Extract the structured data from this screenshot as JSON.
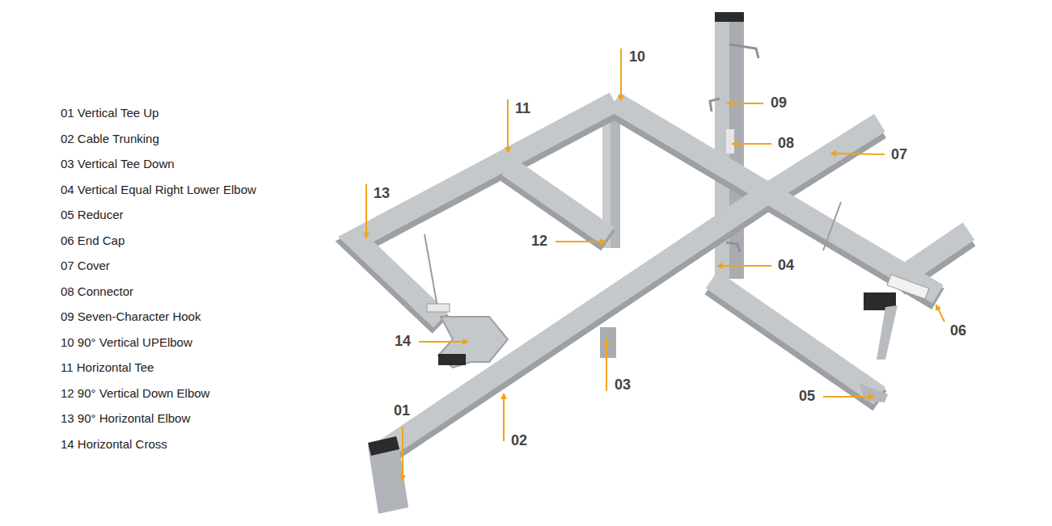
{
  "diagram": {
    "labels": [
      "01 Vertical Tee Up",
      "02 Cable Trunking",
      "03 Vertical Tee Down",
      "04 Vertical Equal Right Lower Elbow",
      "05 Reducer",
      "06 End Cap",
      "07 Cover",
      "08 Connector",
      "09 Seven-Character Hook",
      "10 90° Vertical UPElbow",
      "11 Horizontal Tee",
      "12 90° Vertical Down Elbow",
      "13 90° Horizontal Elbow",
      "14 Horizontal Cross",
      "10",
      "11",
      "09",
      "08",
      "07",
      "13",
      "12",
      "04",
      "06",
      "14",
      "03",
      "05",
      "01",
      "02"
    ]
  }
}
